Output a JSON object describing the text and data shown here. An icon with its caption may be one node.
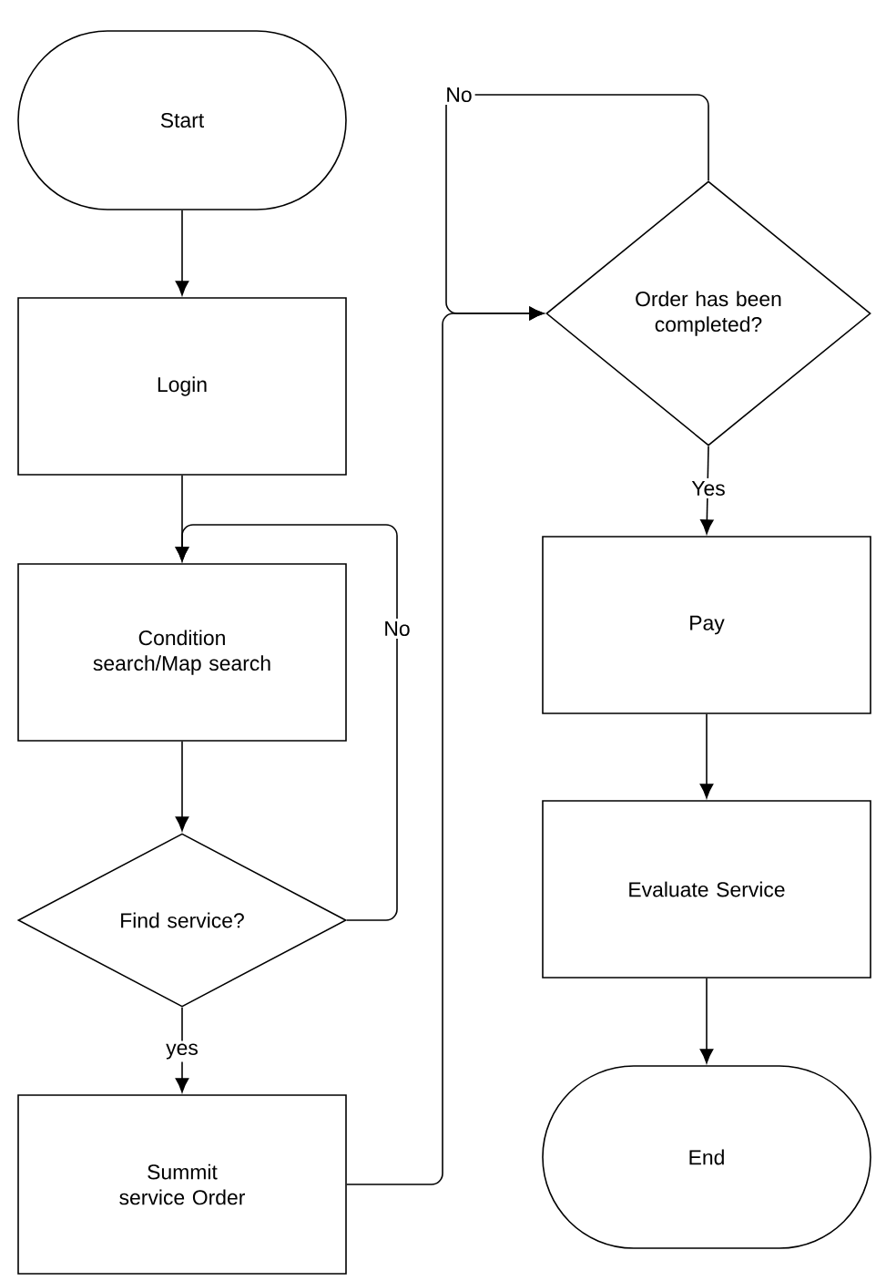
{
  "diagram": {
    "nodes": [
      {
        "text": [
          "Start"
        ]
      },
      {
        "text": [
          "Login"
        ]
      },
      {
        "text": [
          "Condition search/Map search"
        ]
      },
      {
        "text": [
          "Find service?"
        ]
      },
      {
        "text": [
          "Summit service Order"
        ]
      },
      {
        "text": [
          "Order has been completed?"
        ]
      },
      {
        "text": [
          "Pay"
        ]
      },
      {
        "text": [
          "Evaluate Service"
        ]
      },
      {
        "text": [
          "End"
        ]
      }
    ],
    "edges": [
      {
        "from": 0,
        "to": 1,
        "arrow": "to"
      },
      {
        "from": 1,
        "to": 2,
        "arrow": "to"
      },
      {
        "from": 2,
        "to": 3,
        "arrow": "to"
      },
      {
        "from": 3,
        "to": 2,
        "arrow": "to",
        "label": "No"
      },
      {
        "from": 3,
        "to": 4,
        "arrow": "to",
        "label": "yes"
      },
      {
        "from": 4,
        "to": 5,
        "arrow": "to"
      },
      {
        "from": 5,
        "to": 5,
        "arrow": "to",
        "label": "No"
      },
      {
        "from": 5,
        "to": 6,
        "arrow": "to",
        "label": "Yes"
      },
      {
        "from": 6,
        "to": 7,
        "arrow": "to"
      },
      {
        "from": 7,
        "to": 8,
        "arrow": "to"
      }
    ]
  }
}
